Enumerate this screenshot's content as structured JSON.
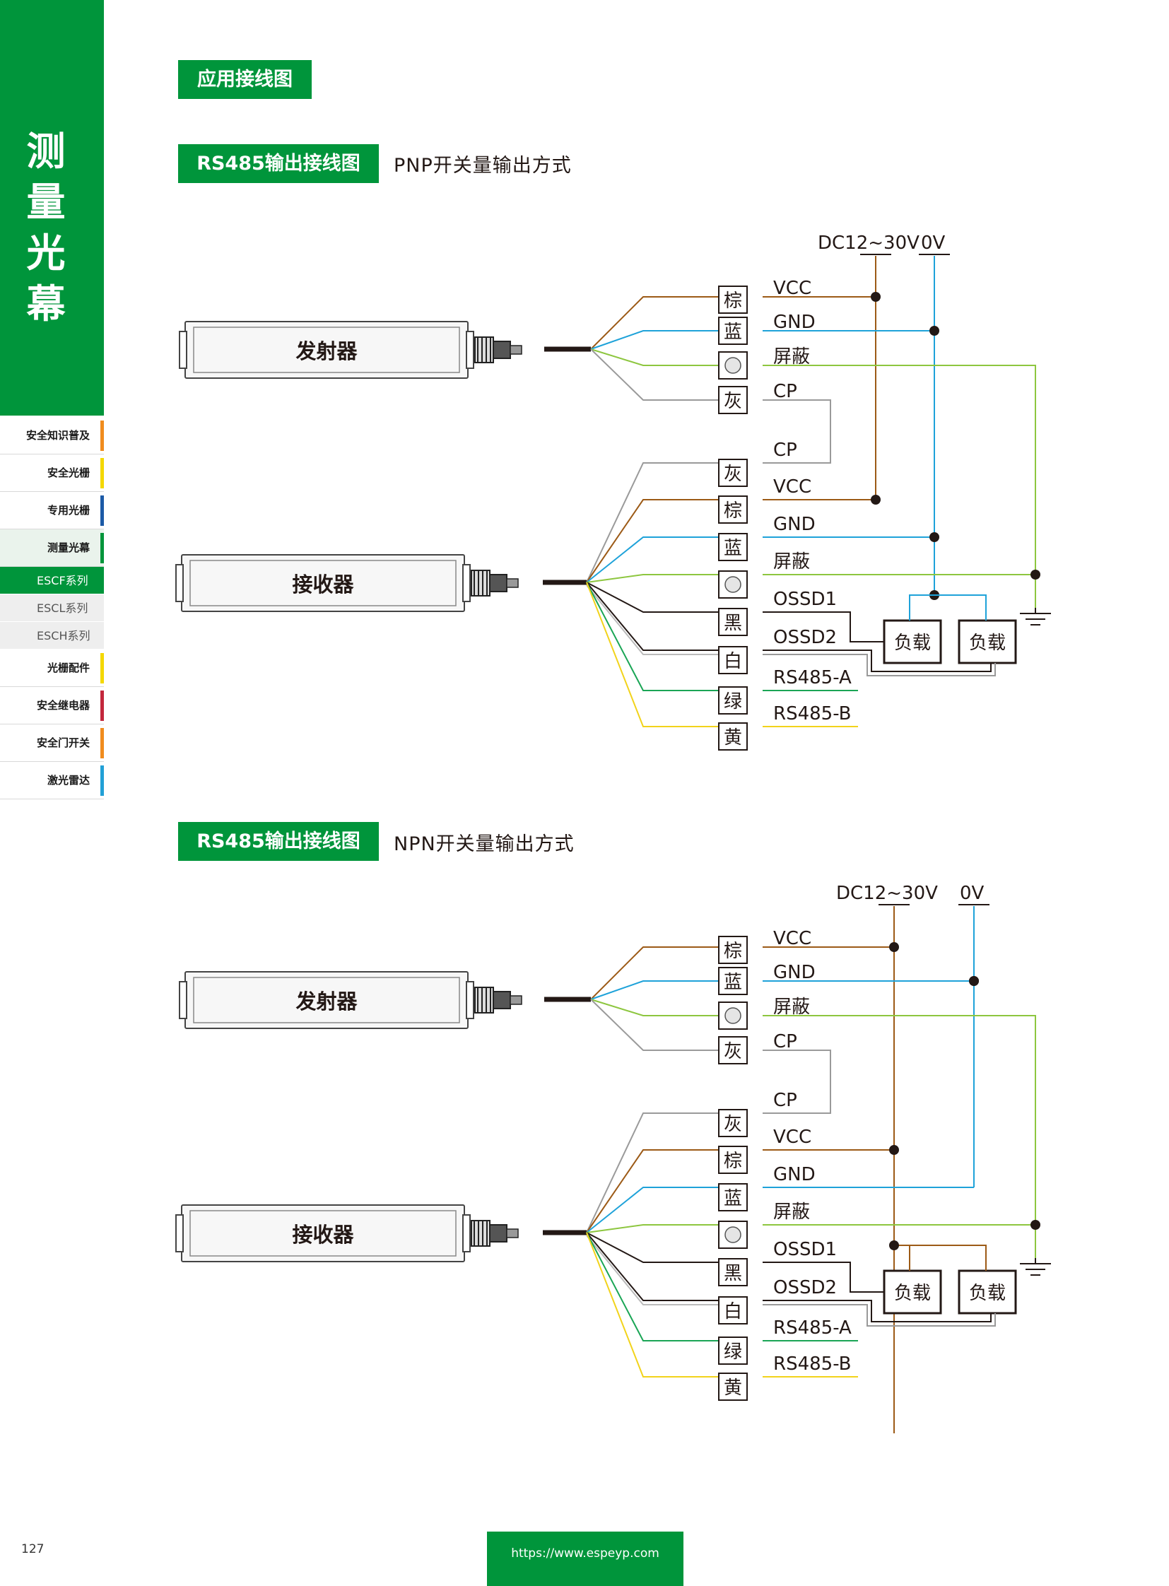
{
  "sidebar": {
    "section_title": [
      "测",
      "量",
      "光",
      "幕"
    ],
    "nav": [
      {
        "label": "安全知识普及",
        "color": "#f08c1e"
      },
      {
        "label": "安全光栅",
        "color": "#f4d800"
      },
      {
        "label": "专用光栅",
        "color": "#1c5aa6"
      },
      {
        "label": "测量光幕",
        "color": "#00953b",
        "active": true,
        "children": [
          {
            "label": "ESCF系列",
            "active": true
          },
          {
            "label": "ESCL系列"
          },
          {
            "label": "ESCH系列"
          }
        ]
      },
      {
        "label": "光栅配件",
        "color": "#f4d800"
      },
      {
        "label": "安全继电器",
        "color": "#c3283c"
      },
      {
        "label": "安全门开关",
        "color": "#f08c1e"
      },
      {
        "label": "激光雷达",
        "color": "#22a0d6"
      }
    ]
  },
  "header": {
    "section_tag": "应用接线图"
  },
  "diagrams": [
    {
      "tag": "RS485输出接线图",
      "subtitle": "PNP开关量输出方式",
      "supply_label": "DC12~30V",
      "zero_label": "0V",
      "emitter_label": "发射器",
      "receiver_label": "接收器",
      "emitter_wires": [
        {
          "code": "棕",
          "signal": "VCC"
        },
        {
          "code": "蓝",
          "signal": "GND"
        },
        {
          "code": "",
          "signal": "屏蔽"
        },
        {
          "code": "灰",
          "signal": "CP"
        }
      ],
      "receiver_wires": [
        {
          "code": "灰",
          "signal": "CP"
        },
        {
          "code": "棕",
          "signal": "VCC"
        },
        {
          "code": "蓝",
          "signal": "GND"
        },
        {
          "code": "",
          "signal": "屏蔽"
        },
        {
          "code": "黑",
          "signal": "OSSD1"
        },
        {
          "code": "白",
          "signal": "OSSD2"
        },
        {
          "code": "绿",
          "signal": "RS485-A"
        },
        {
          "code": "黄",
          "signal": "RS485-B"
        }
      ],
      "loads": [
        "负载",
        "负载"
      ]
    },
    {
      "tag": "RS485输出接线图",
      "subtitle": "NPN开关量输出方式",
      "supply_label": "DC12~30V",
      "zero_label": "0V",
      "emitter_label": "发射器",
      "receiver_label": "接收器",
      "emitter_wires": [
        {
          "code": "棕",
          "signal": "VCC"
        },
        {
          "code": "蓝",
          "signal": "GND"
        },
        {
          "code": "",
          "signal": "屏蔽"
        },
        {
          "code": "灰",
          "signal": "CP"
        }
      ],
      "receiver_wires": [
        {
          "code": "灰",
          "signal": "CP"
        },
        {
          "code": "棕",
          "signal": "VCC"
        },
        {
          "code": "蓝",
          "signal": "GND"
        },
        {
          "code": "",
          "signal": "屏蔽"
        },
        {
          "code": "黑",
          "signal": "OSSD1"
        },
        {
          "code": "白",
          "signal": "OSSD2"
        },
        {
          "code": "绿",
          "signal": "RS485-A"
        },
        {
          "code": "黄",
          "signal": "RS485-B"
        }
      ],
      "loads": [
        "负载",
        "负载"
      ]
    }
  ],
  "wire_colors": {
    "brown": "#9c5a16",
    "blue": "#1ea2d9",
    "green": "#8dc63f",
    "gray": "#9a9a9a",
    "black": "#231815",
    "rs485_green": "#1aa555",
    "yellow": "#f2d31b"
  },
  "footer": {
    "page_number": "127",
    "url": "https://www.espeyp.com"
  }
}
